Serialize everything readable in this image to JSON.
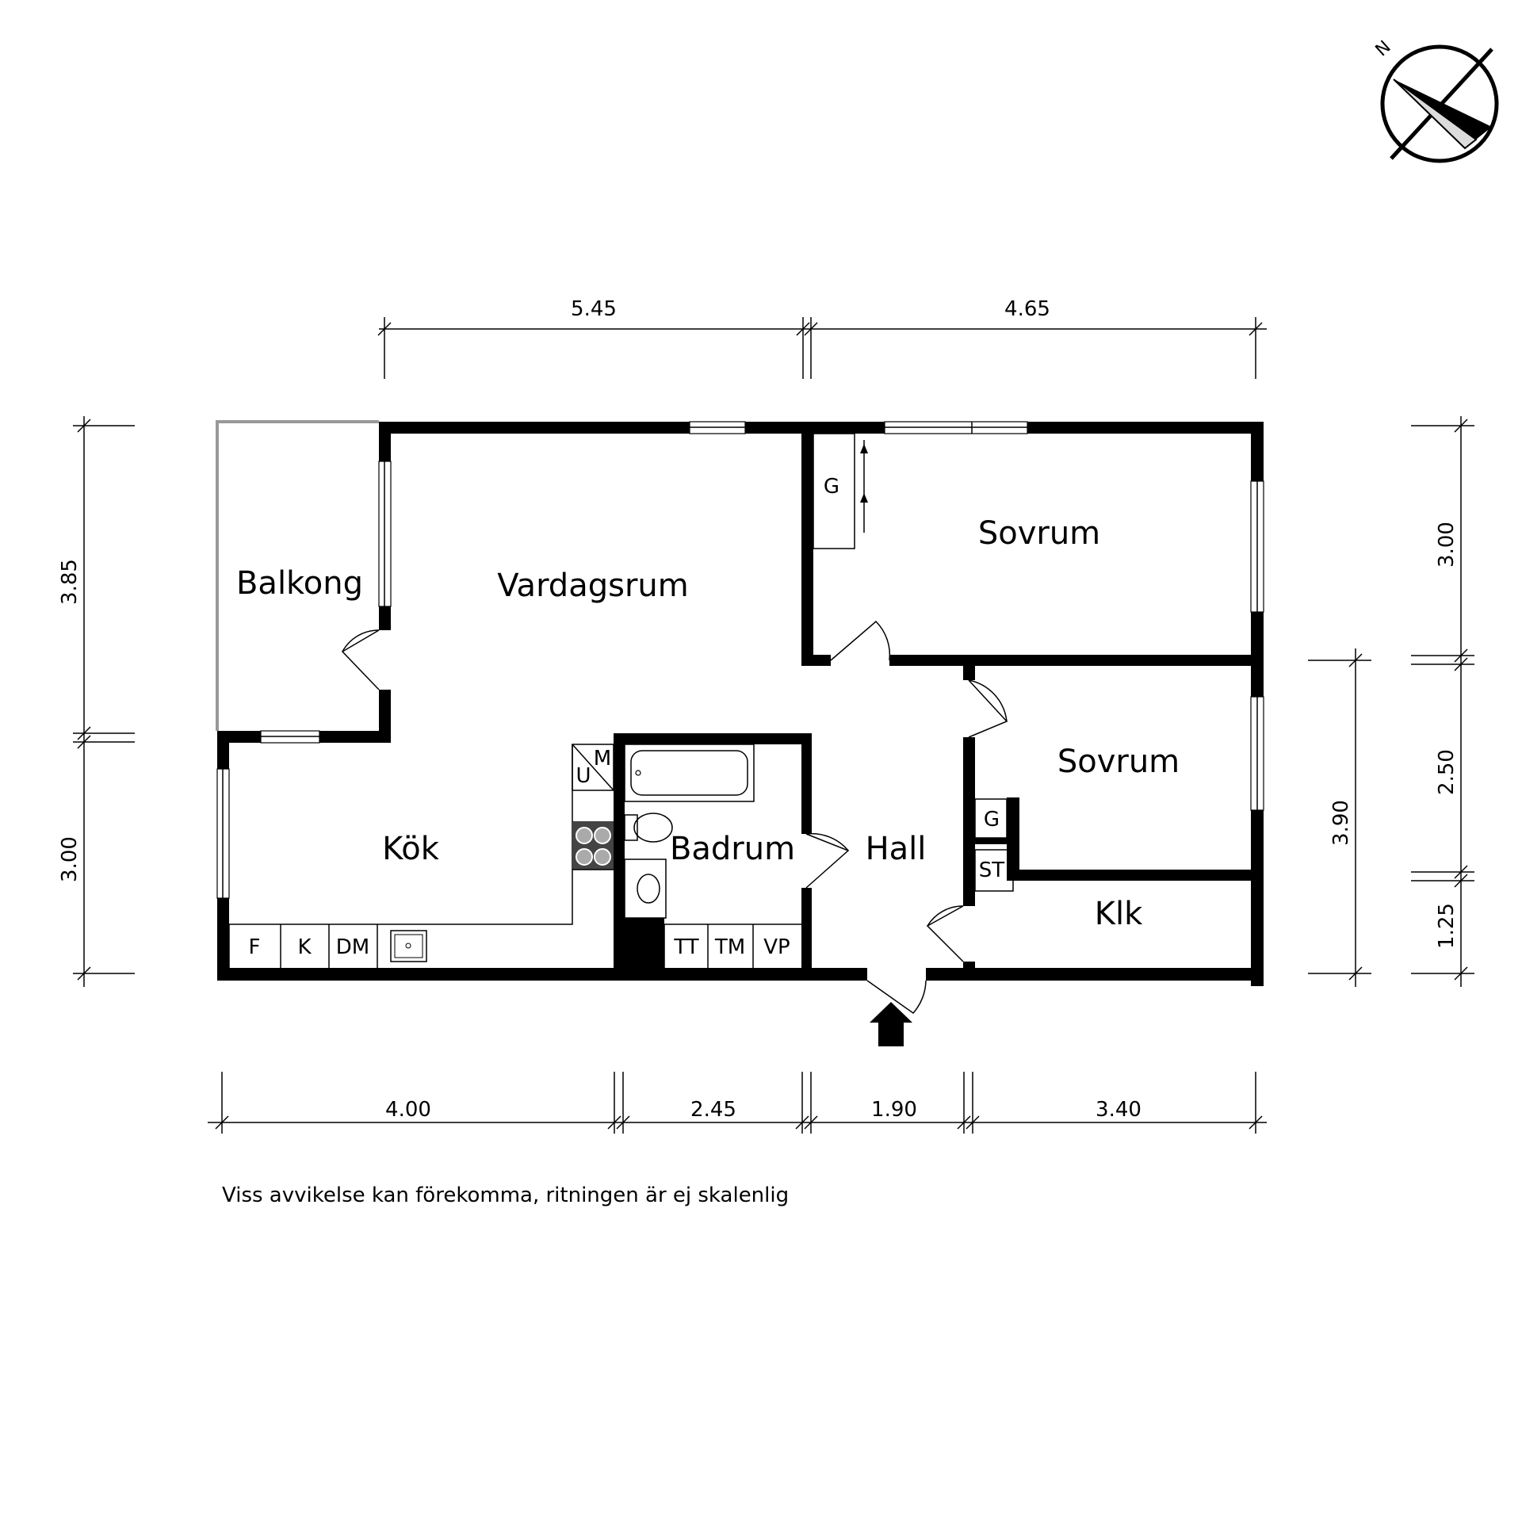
{
  "rooms": {
    "balkong": "Balkong",
    "vardagsrum": "Vardagsrum",
    "sovrum_1": "Sovrum",
    "sovrum_2": "Sovrum",
    "kok": "Kök",
    "badrum": "Badrum",
    "hall": "Hall",
    "klk": "Klk"
  },
  "fixtures": {
    "g_wardrobe_1": "G",
    "g_wardrobe_2": "G",
    "st": "ST",
    "u": "U",
    "m": "M",
    "f": "F",
    "k": "K",
    "dm": "DM",
    "tt": "TT",
    "tm": "TM",
    "vp": "VP"
  },
  "dimensions": {
    "top": [
      "5.45",
      "4.65"
    ],
    "bottom": [
      "4.00",
      "2.45",
      "1.90",
      "3.40"
    ],
    "left": [
      "3.85",
      "3.00"
    ],
    "right_inner": "3.90",
    "right_outer": [
      "3.00",
      "2.50",
      "1.25"
    ]
  },
  "compass": {
    "label": "N"
  },
  "note": "Viss avvikelse kan förekomma, ritningen är ej skalenlig"
}
